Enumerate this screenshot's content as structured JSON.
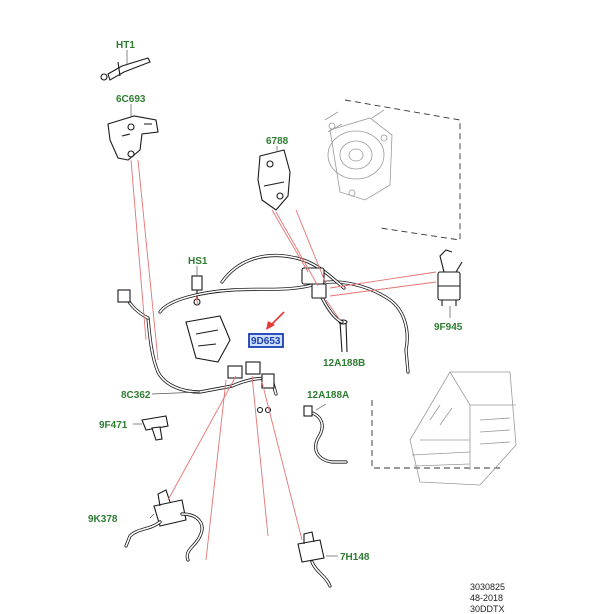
{
  "labels": {
    "ht1": "HT1",
    "p6c693": "6C693",
    "p6788": "6788",
    "hs1": "HS1",
    "p9f945": "9F945",
    "p9d653": "9D653",
    "p12a188b": "12A188B",
    "p12a188a": "12A188A",
    "p8c362": "8C362",
    "p9f471": "9F471",
    "p9k378": "9K378",
    "p7h148": "7H148"
  },
  "footer": {
    "line1": "3030825",
    "line2": "48-2018",
    "line3": "30DDTX"
  },
  "colors": {
    "label": "#2e7d32",
    "highlight_box": "#1a3fb0",
    "highlight_fill": "#cfe0ff",
    "leader_red": "#e57373",
    "arrow": "#e53935"
  }
}
